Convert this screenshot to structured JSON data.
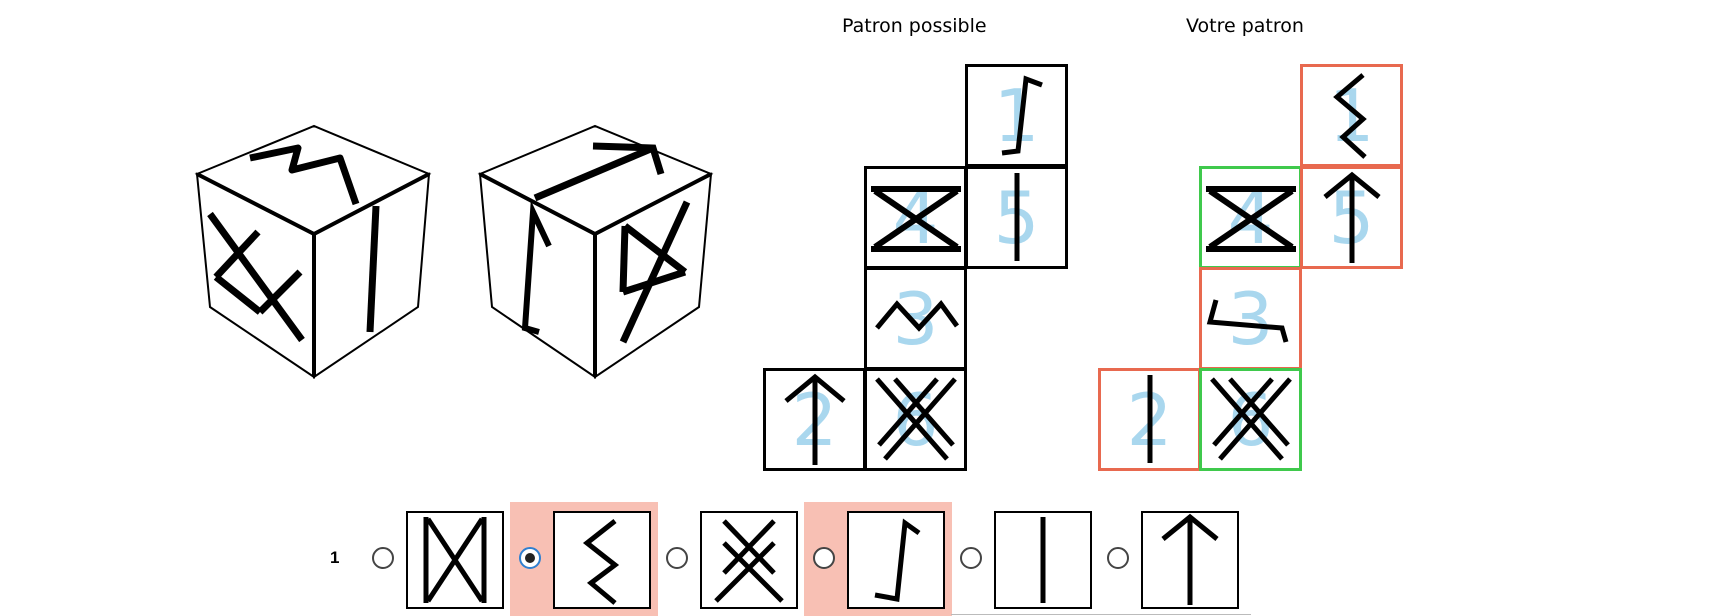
{
  "titles": {
    "possible": "Patron possible",
    "yours": "Votre patron"
  },
  "possible_net": {
    "face_1_number": "1",
    "face_5_number": "5",
    "face_4_number": "4",
    "face_3_number": "3",
    "face_2_number": "2",
    "face_6_number": "6",
    "face_1_symbol": "hook-icon",
    "face_5_symbol": "vertical-bar-icon",
    "face_4_symbol": "hourglass-icon",
    "face_3_symbol": "zigzag-icon",
    "face_2_symbol": "arrow-up-icon",
    "face_6_symbol": "double-x-icon"
  },
  "your_net": {
    "face_1_number": "1",
    "face_5_number": "5",
    "face_4_number": "4",
    "face_3_number": "3",
    "face_2_number": "2",
    "face_6_number": "6",
    "correct_color": "#3fc94c",
    "wrong_color": "#e8694f"
  },
  "answers": {
    "row_label": "1",
    "selected_index": 1,
    "highlight_color": "#f8c0b4",
    "options": [
      "hourglass-icon",
      "zigzag-icon",
      "double-x-icon",
      "hook-icon",
      "vertical-bar-icon",
      "arrow-up-icon"
    ]
  }
}
